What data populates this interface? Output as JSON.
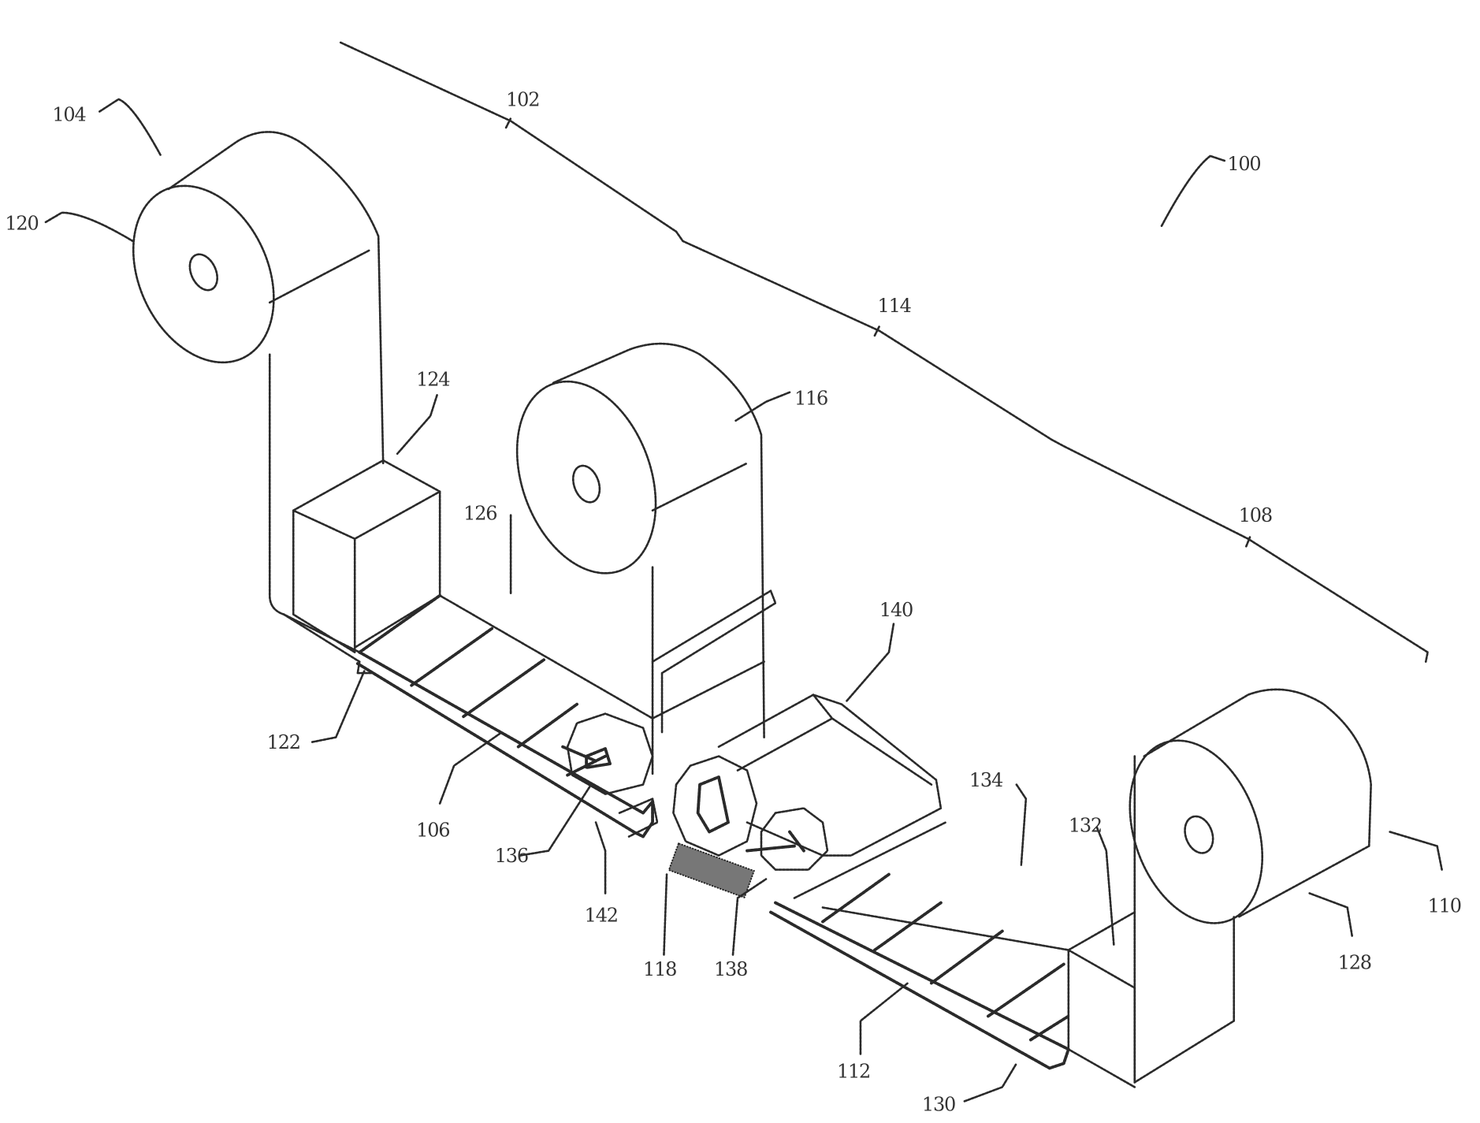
{
  "figure": {
    "reference_numerals": {
      "system": "100",
      "path": "102",
      "first_unit": "104",
      "first_strip": "106",
      "path_segment_end": "108",
      "second_unit": "110",
      "second_strip": "112",
      "path_segment_mid": "114",
      "middle_roll": "116",
      "joint": "118",
      "first_roll": "120",
      "first_base": "122",
      "first_box": "124",
      "first_marker": "126",
      "second_roll": "128",
      "second_base": "130",
      "second_box": "132",
      "second_marker": "134",
      "first_cutter": "136",
      "second_cutter": "138",
      "splicer": "140",
      "gap": "142"
    }
  }
}
